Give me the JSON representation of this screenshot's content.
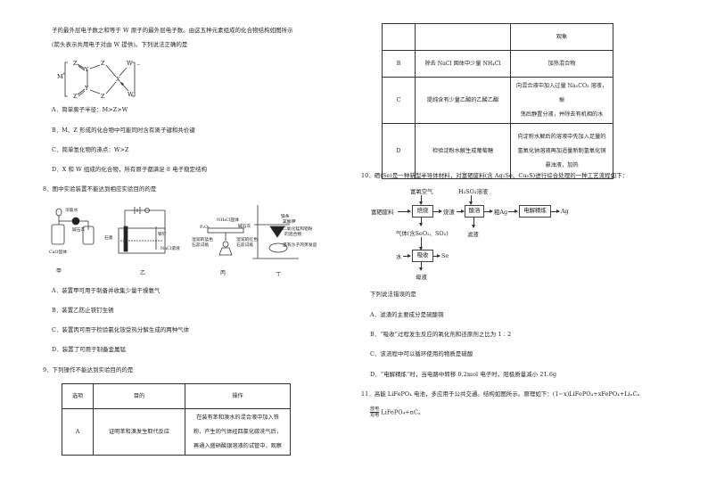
{
  "left_column": {
    "intro_lines": [
      "子的最外层电子数之和等于 W 原子的最外层电子数。由这五种元素组成的化合物结构如图所示",
      "(箭头表示共用电子对由 W 提供)。下列说法正确的是"
    ],
    "structure": {
      "cation": "M",
      "cation_charge": "+",
      "anion_charge": "−",
      "atoms": [
        "Z",
        "Y",
        "Z",
        "X",
        "W",
        "W",
        "Z",
        "Y",
        "Z"
      ]
    },
    "q7_options": [
      "A．简单离子半径：M>Z>W",
      "B．M、Z 形成的化合物中可能同时含有离子键和共价键",
      "C．简单氢化物的沸点：W>Z",
      "D．X 和 W 组成的化合物，所有原子都满足 8 电子稳定结构"
    ],
    "q8": {
      "stem": "8．图中实验装置不能达到相应实验目的的是",
      "apparatus": [
        {
          "caption": "甲",
          "labels": [
            "浓盐水",
            "碱石灰",
            "CaO固体"
          ]
        },
        {
          "caption": "乙",
          "labels": [
            "石墨",
            "铁钉",
            "NaCl溶液"
          ]
        },
        {
          "caption": "丙",
          "labels": [
            "NH₄Cl固体",
            "P₂O₅",
            "碱石灰",
            "湿润的蓝色石蕊试纸",
            "湿润的红色石蕊试纸"
          ]
        },
        {
          "caption": "丁",
          "labels": [
            "镁条",
            "氯酸钾",
            "二氧化锰和铝粉的混合物",
            "盛有沙子的蒸发皿"
          ]
        }
      ],
      "options": [
        "A．装置甲可用于制备并收集少量干燥氨气",
        "B．装置乙防止铁钉生锈",
        "C．装置丙可用于检验氯化铵受热分解生成的两种气体",
        "D．装置丁可用于制备金属锰"
      ]
    },
    "q9": {
      "stem": "9．下列操作不能达到实验目的的是",
      "table_headers": [
        "选项",
        "目的",
        "操作"
      ],
      "rows": [
        {
          "option": "A",
          "purpose": "证明苯和溴发生取代反应",
          "operation_lines": [
            "在装有苯和溴水的混合液中加入铁",
            "粉，产生的气体经四氯化碳洗气后，",
            "再通入盛硝酸银溶液的试管中，观察"
          ]
        }
      ]
    }
  },
  "right_column": {
    "q9_table_continued": {
      "header_third": "观象",
      "rows": [
        {
          "option": "B",
          "purpose": "除去 NaCl 固体中少量 NH₄Cl",
          "operation_lines": [
            "加热混合物"
          ]
        },
        {
          "option": "C",
          "purpose": "提纯含有少量乙酸的乙酸乙酯",
          "operation_lines": [
            "向混合液中加入过量 Na₂CO₃ 溶液，振",
            "荡后静置分液，并除去有机相的水"
          ]
        },
        {
          "option": "D",
          "purpose": "检验淀粉水解生成葡萄糖",
          "operation_lines": [
            "向淀粉水解后的溶液中先加入足量的",
            "氢氧化钠溶液再加适量新制氢氧化铜",
            "悬浊液，加热"
          ]
        }
      ]
    },
    "q10": {
      "stem": "10．硒(Se)是一种新型半导体材料，对富硒废料(含 Ag₂Se、Cu₂S)进行综合处理的一种工艺流程如下：",
      "flow": {
        "input_top_1": "富氧空气",
        "input_top_2": "H₂SO₄溶液",
        "start": "富硒废料",
        "box_roast": "焙烧",
        "mid_1": "烧渣",
        "box_acid": "酸溶",
        "mid_2": "粗Ag",
        "box_electro": "电解精炼",
        "end": "Ag",
        "filtrate": "滤液",
        "gas": "气体(含SeO₂、SO₂)",
        "water": "水",
        "box_absorb": "吸收",
        "se": "Se",
        "mother_liquor": "母液"
      },
      "question": "下列说法错误的是",
      "options": [
        "A．滤渣的主要成分是硫酸铜",
        "B．“吸收”过程发生反应的氧化剂和还原剂之比为 1∶2",
        "C．该流程中可以循环使用的物质是硫酸",
        "D．“电解精炼”时，当电路中转移 0.2mol 电子时，阳极质量减小 21.6g"
      ]
    },
    "q11": {
      "stem": "11．高能 LiFePO₄ 电池，多应用于公共交通。结构如图所示。原理如下：(1−x)LiFePO₄+xFePO₄+LiₓCₙ",
      "frac_top": "放电",
      "frac_bottom": "充电",
      "equation_rest": "LiFePO₄+nC。"
    }
  }
}
